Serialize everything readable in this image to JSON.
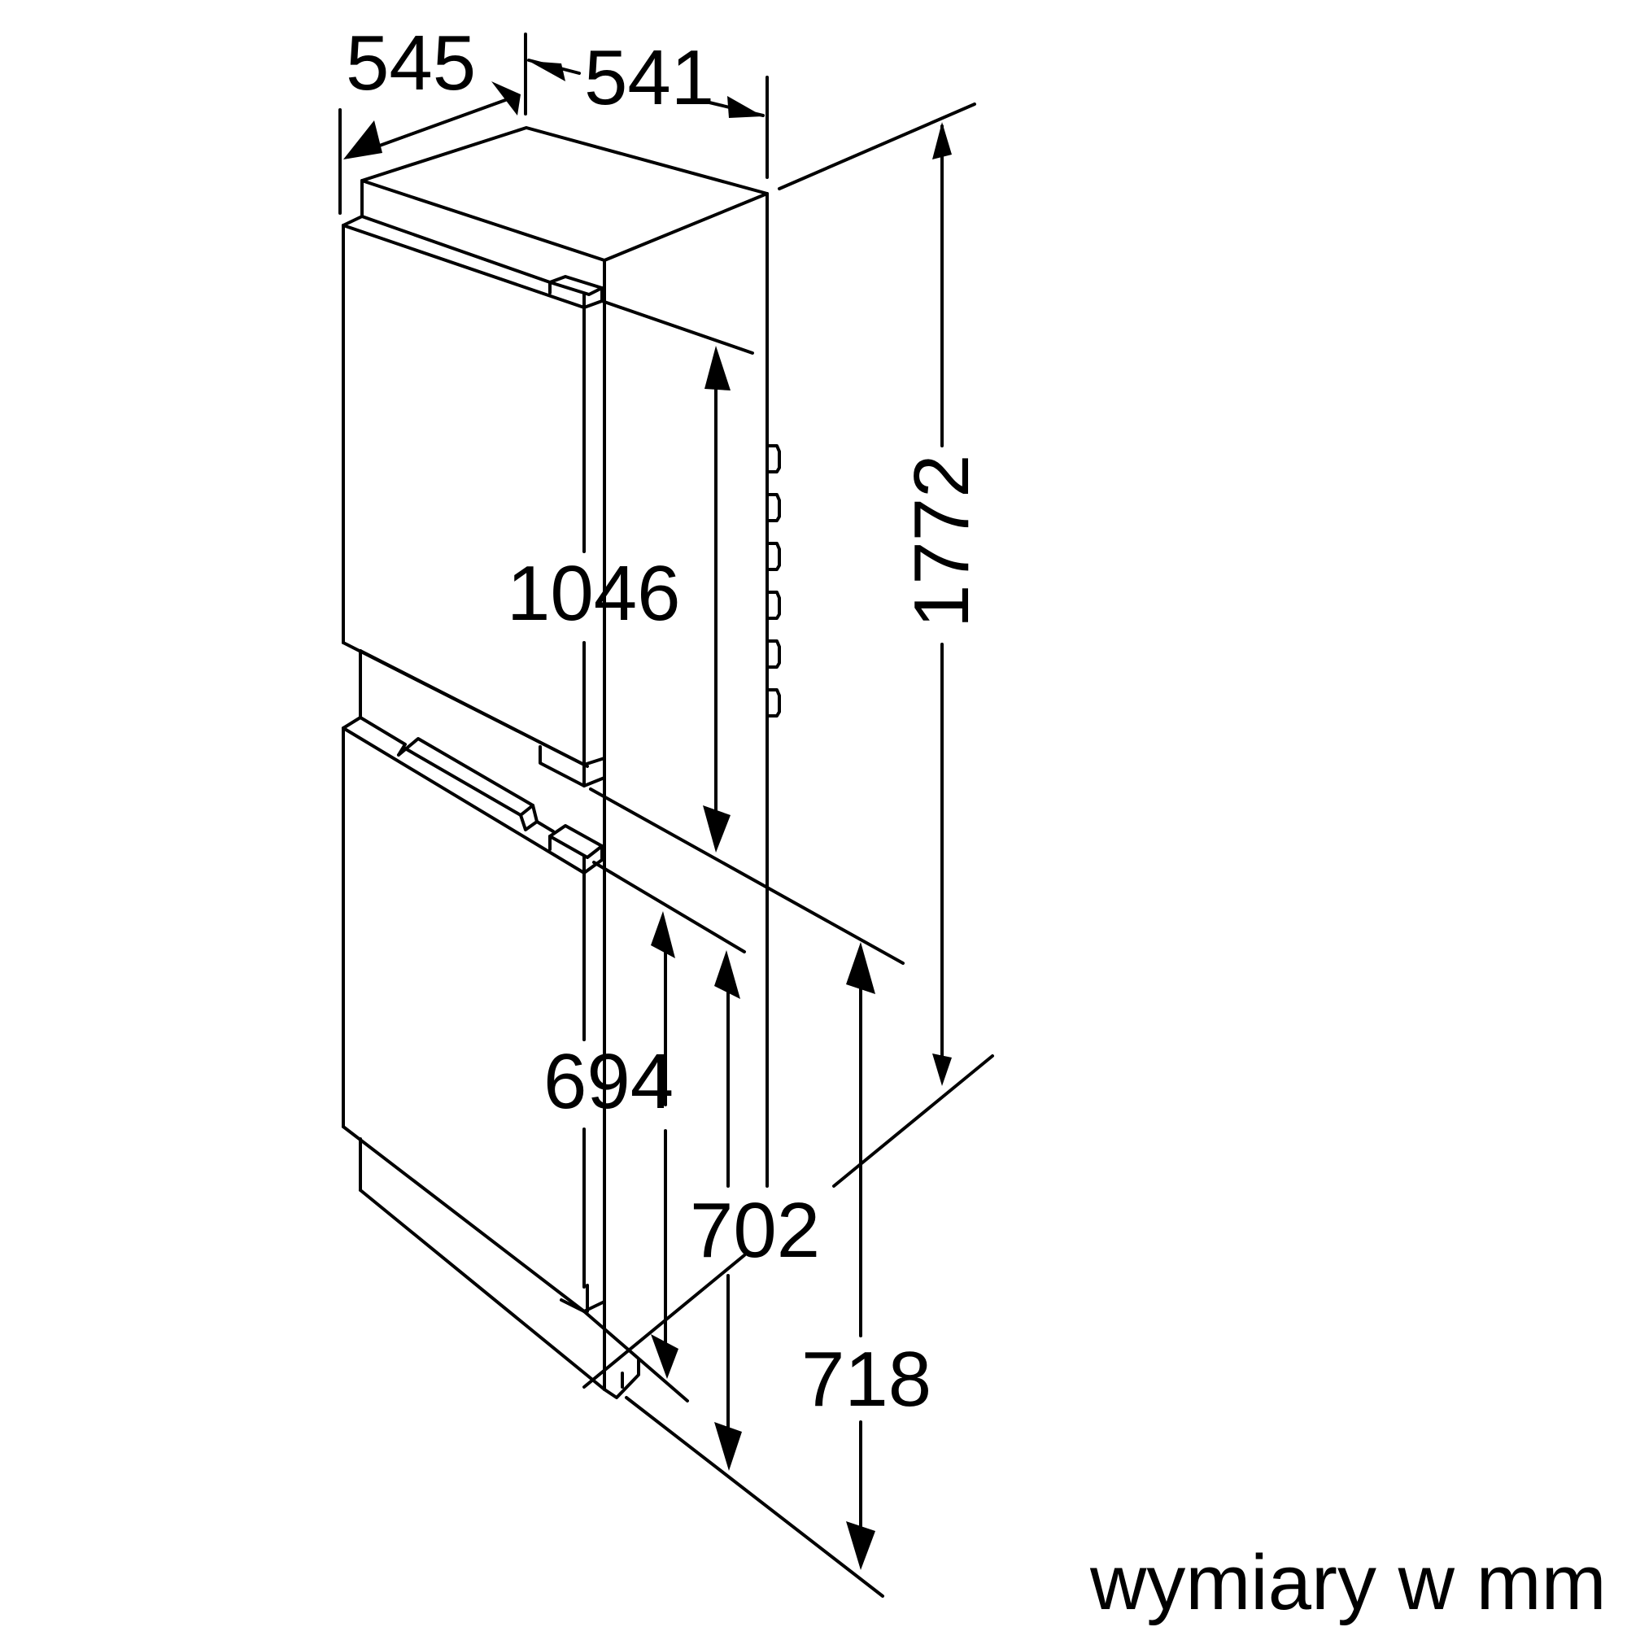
{
  "dimensions": {
    "depth_total": "545",
    "depth_body": "541",
    "height_total": "1772",
    "height_upper_niche": "1046",
    "height_lower_door": "694",
    "height_lower_702": "702",
    "height_lower_718": "718"
  },
  "units_caption": "wymiary w mm"
}
